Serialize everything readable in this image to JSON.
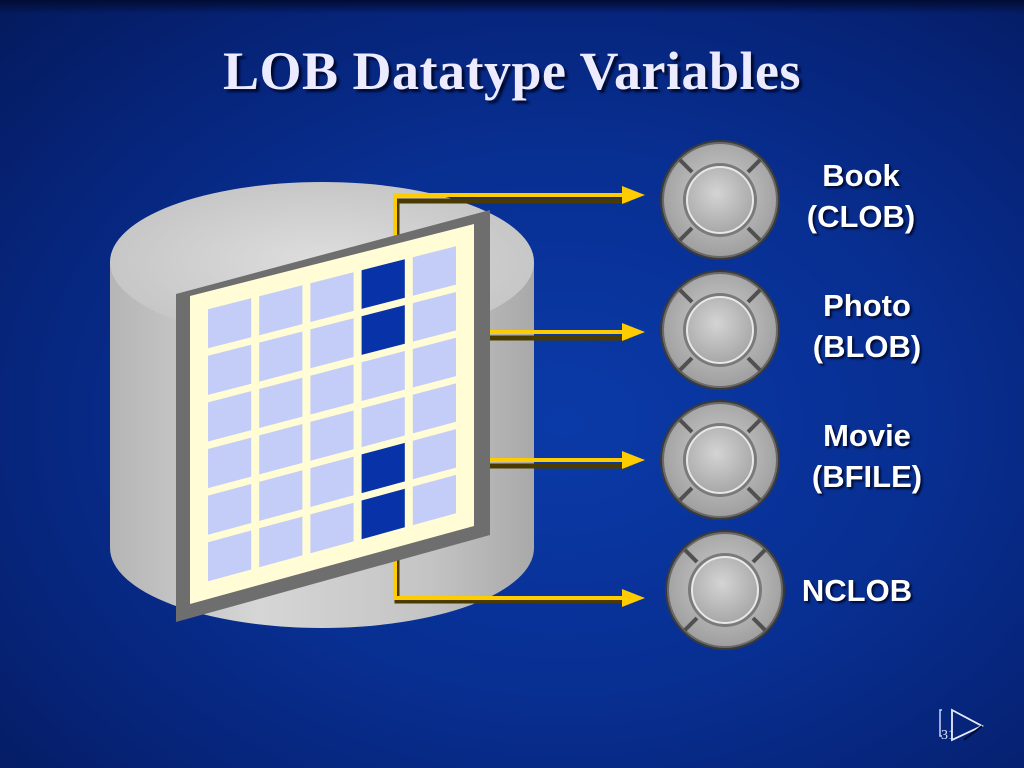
{
  "slide": {
    "title": "LOB Datatype Variables",
    "slide_number": "31"
  },
  "lob_types": [
    {
      "line1": "Book",
      "line2": "(CLOB)"
    },
    {
      "line1": "Photo",
      "line2": "(BLOB)"
    },
    {
      "line1": "Movie",
      "line2": "(BFILE)"
    },
    {
      "line1": "NCLOB",
      "line2": ""
    }
  ],
  "colors": {
    "background": "#082f92",
    "title_text": "#ecebff",
    "arrow": "#ffcc00",
    "grid_frame": "#fffcd6",
    "grid_cell": "#c3cdf7",
    "grid_cell_highlight": "#0732a8",
    "cylinder": "#c8c8c8",
    "disc": "#b8b8b8"
  },
  "icons": {
    "database": "database-cylinder-icon",
    "table": "table-grid-icon",
    "disc": "disc-icon",
    "nav": "next-slide-arrow-icon"
  }
}
